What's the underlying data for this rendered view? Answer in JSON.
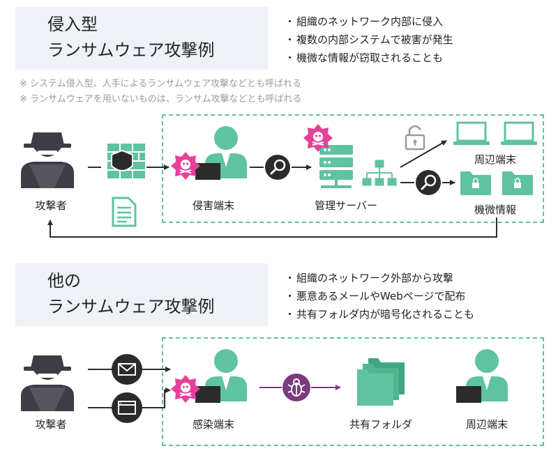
{
  "section1": {
    "title_line1": "侵入型",
    "title_line2": "ランサムウェア攻撃例",
    "bullets": [
      "組織のネットワーク内部に侵入",
      "複数の内部システムで被害が発生",
      "機微な情報が窃取されることも"
    ],
    "notes": [
      "※ システム侵入型、人手によるランサムウェア攻撃などとも呼ばれる",
      "※ ランサムウェアを用いないものは、ランサム攻撃などとも呼ばれる"
    ],
    "labels": {
      "attacker": "攻撃者",
      "victim": "侵害端末",
      "server": "管理サーバー",
      "peripheral": "周辺端末",
      "sensitive": "機微情報"
    }
  },
  "section2": {
    "title_line1": "他の",
    "title_line2": "ランサムウェア攻撃例",
    "bullets": [
      "組織のネットワーク外部から攻撃",
      "悪意あるメールやWebページで配布",
      "共有フォルダ内が暗号化されることも"
    ],
    "labels": {
      "attacker": "攻撃者",
      "infected": "感染端末",
      "shared_folder": "共有フォルダ",
      "peripheral": "周辺端末"
    }
  },
  "colors": {
    "accent_green": "#5fc2a0",
    "dark": "#2b2b2b",
    "attacker_gray": "#3d3d45",
    "malware_pink": "#e6419a",
    "purple": "#7a3b7f",
    "title_bg": "#eef2f7"
  }
}
